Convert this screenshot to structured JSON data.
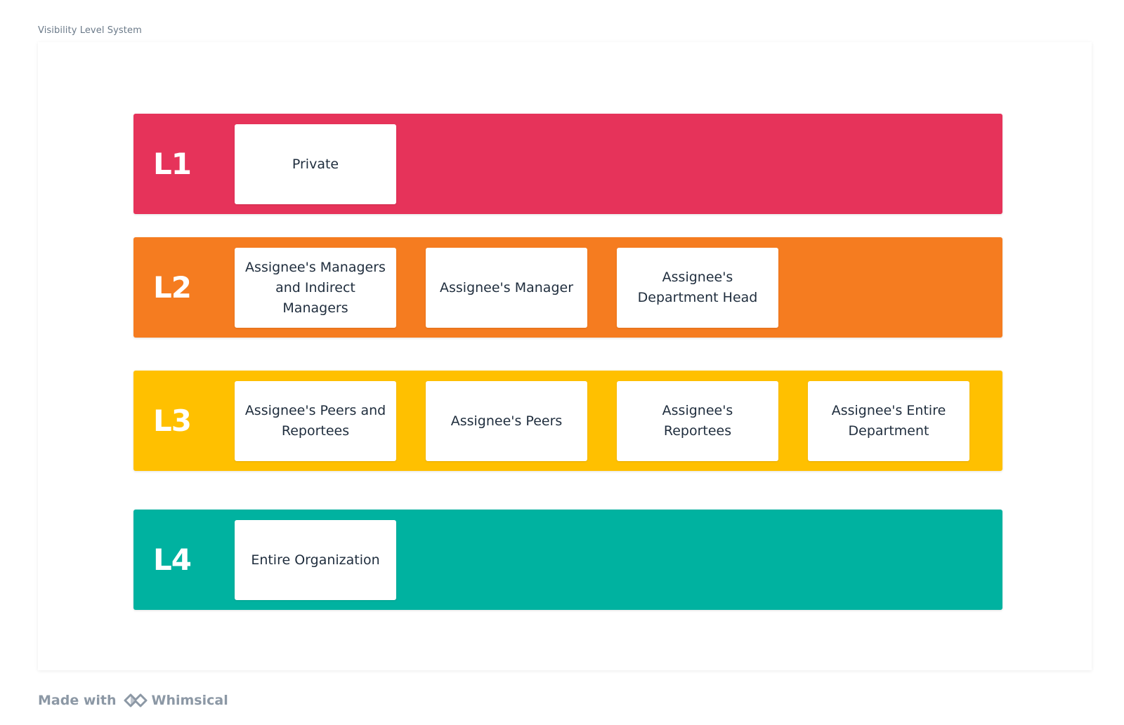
{
  "board": {
    "title": "Visibility Level System"
  },
  "levels": [
    {
      "label": "L1",
      "color": "#E6335A",
      "items": [
        "Private"
      ]
    },
    {
      "label": "L2",
      "color": "#F57C20",
      "items": [
        "Assignee's Managers and Indirect Managers",
        "Assignee's Manager",
        "Assignee's Department Head"
      ]
    },
    {
      "label": "L3",
      "color": "#FFC000",
      "items": [
        "Assignee's Peers and Reportees",
        "Assignee's Peers",
        "Assignee's Reportees",
        "Assignee's Entire Department"
      ]
    },
    {
      "label": "L4",
      "color": "#00B2A0",
      "items": [
        "Entire Organization"
      ]
    }
  ],
  "footer": {
    "made_with": "Made with",
    "brand": "Whimsical"
  }
}
